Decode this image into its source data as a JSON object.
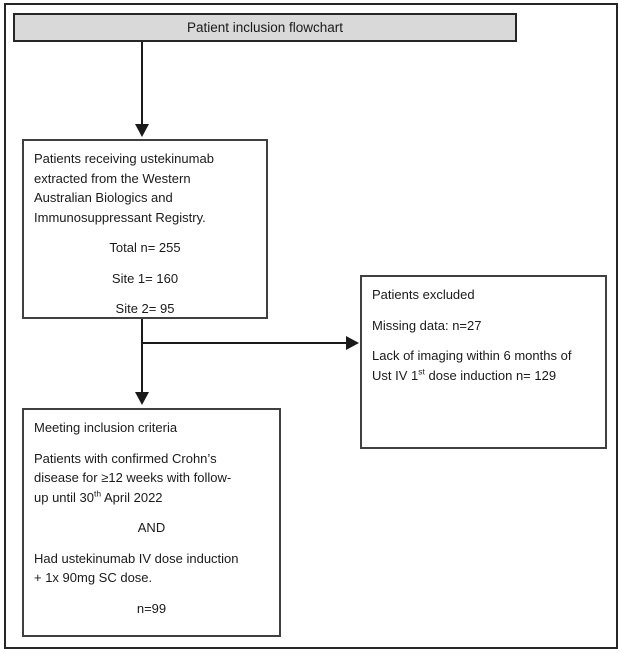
{
  "colors": {
    "title-bg": "#d9d9d9",
    "frame-border": "#262626",
    "box-border": "#404040",
    "line-color": "#1a1a1a",
    "text-color": "#1a1a1a"
  },
  "title": {
    "label": "Patient inclusion flowchart"
  },
  "registry_box": {
    "description": "Patients receiving ustekinumab\nextracted from the Western\nAustralian Biologics and\nImmunosuppressant Registry.",
    "total": "Total n= 255",
    "site1": "Site 1= 160",
    "site2": "Site 2= 95"
  },
  "excluded_box": {
    "heading": "Patients excluded",
    "missing_data": "Missing data: n=27",
    "imaging": {
      "prefix": "Lack of imaging within 6 months of\nUst IV 1",
      "sup": "st",
      "suffix": " dose induction n= 129"
    }
  },
  "inclusion_box": {
    "heading": "Meeting inclusion criteria",
    "criteria": {
      "prefix": "Patients with confirmed Crohn’s\ndisease for ≥12 weeks with follow-\nup until 30",
      "sup": "th",
      "suffix": " April 2022"
    },
    "and_label": "AND",
    "dose": "Had ustekinumab IV dose induction\n+ 1x 90mg SC dose.",
    "n_label": "n=99"
  }
}
